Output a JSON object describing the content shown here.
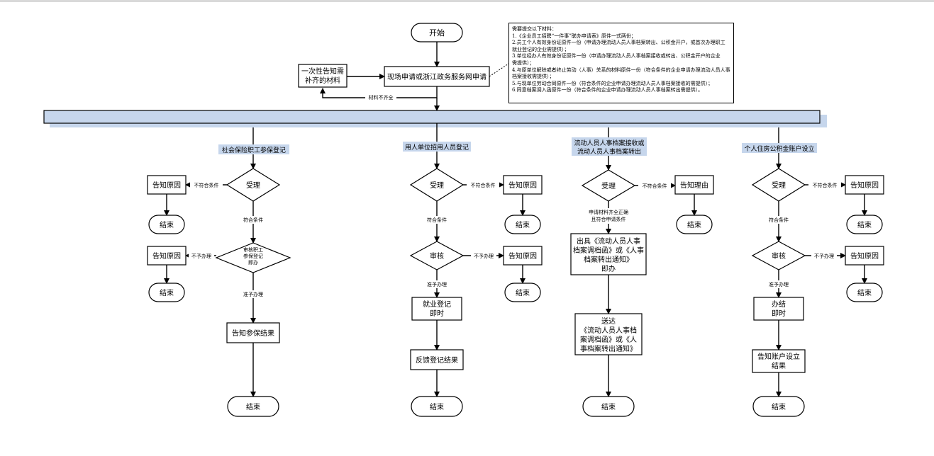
{
  "start": "开始",
  "apply": "现场申请或浙江政务服务网申请",
  "notify_once": [
    "一次性告知需",
    "补齐的材料"
  ],
  "incomplete": "材料不齐全",
  "notes": [
    "需要提交以下材料：",
    "1.《企业员工招聘“一件事”联办申请表》原件一式两份；",
    "2.员工个人有效身份证原件一份（申请办理流动人员人事档案转出、公积金开户，或首次办理职工",
    "就业登记的企业需提供）；",
    "3.单位经办人有效身份证原件一份（申请办理流动人员人事档案接收或转出、公积金开户的企业",
    "需提供）；",
    "4.与原单位解除或者终止劳动（人事）关系的材料原件一份（符合条件的企业申请办理流动人员人事",
    "档案接收需提供）；",
    "5.与现单位劳动合同原件一份（符合条件的企业申请办理流动人员人事档案接收的需提供）；",
    "6.同意档案调入函原件一份（符合条件的企业申请办理流动人员人事档案转出需提供）。"
  ],
  "lane1": {
    "title": "社会保险职工参保登记",
    "accept": "受理",
    "not_ok": "不符合条件",
    "reason": "告知原因",
    "end": "结束",
    "ok": "符合条件",
    "review": [
      "审核职工",
      "参保登记",
      "即办"
    ],
    "refuse": "不予办理",
    "reason2": "告知原因",
    "end2": "结束",
    "approve": "准予办理",
    "result": "告知参保结果",
    "final": "结束"
  },
  "lane2": {
    "title": "用人单位招用人员登记",
    "accept": "受理",
    "not_ok": "不符合条件",
    "reason": "告知原因",
    "end": "结束",
    "ok": "符合条件",
    "review": "审核",
    "refuse": "不予办理",
    "reason2": "告知原因",
    "end2": "结束",
    "approve": "准予办理",
    "reg": [
      "就业登记",
      "即时"
    ],
    "feedback": "反馈登记结果",
    "final": "结束"
  },
  "lane3": {
    "title": [
      "流动人员人事档案接收或",
      "流动人员人事档案转出"
    ],
    "accept": "受理",
    "not_ok": "不符合条件",
    "reason": "告知理由",
    "end": "结束",
    "ok": [
      "申请材料齐全正确",
      "且符合申请条件"
    ],
    "issue": [
      "出具《流动人员人事",
      "档案调档函》或《人事",
      "档案转出通知》",
      "即办"
    ],
    "deliver": [
      "送达",
      "《流动人员人事档",
      "案调档函》或《人",
      "事档案转出通知》"
    ],
    "final": "结束"
  },
  "lane4": {
    "title": "个人住房公积金账户设立",
    "accept": "受理",
    "not_ok": "不符合条件",
    "reason": "告知原因",
    "end": "结束",
    "ok": "符合条件",
    "review": "审核",
    "refuse": "不予办理",
    "reason2": "告知原因",
    "end2": "结束",
    "approve": "准予办理",
    "done": [
      "办结",
      "即时"
    ],
    "notify": [
      "告知账户设立",
      "结果"
    ],
    "final": "结束"
  }
}
